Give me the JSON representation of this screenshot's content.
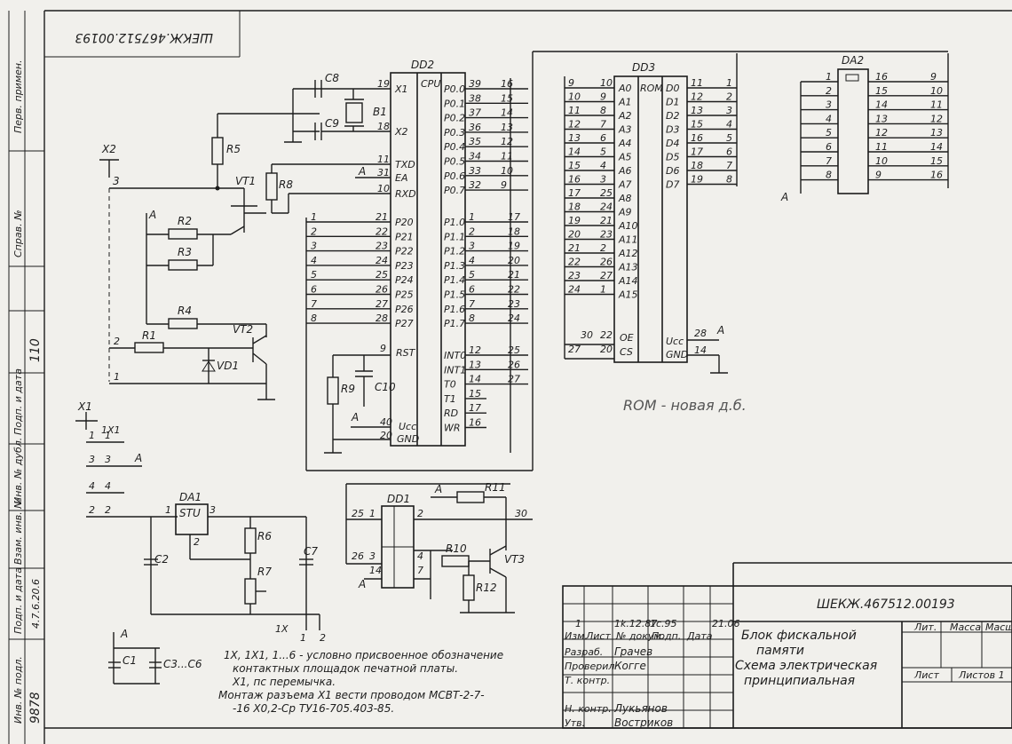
{
  "side_strip": {
    "labels": [
      "Перв. примен.",
      "Справ. №",
      "Подп. и дата",
      "Инв. № дубл.",
      "Взам. инв. №",
      "Подп. и дата",
      "Инв. № подл."
    ],
    "handwritten": [
      "110",
      "4.7.6.20.6",
      "9878"
    ]
  },
  "header_code": "ШЕКЖ.467512.00193",
  "designators": {
    "dd2": "DD2",
    "dd3": "DD3",
    "da2": "DA2",
    "da1": "DA1",
    "dd1": "DD1",
    "vt1": "VT1",
    "vt2": "VT2",
    "vt3": "VT3",
    "r1": "R1",
    "r2": "R2",
    "r3": "R3",
    "r4": "R4",
    "r5": "R5",
    "r6": "R6",
    "r7": "R7",
    "r8": "R8",
    "r9": "R9",
    "r10": "R10",
    "r11": "R11",
    "r12": "R12",
    "c1": "C1",
    "c2": "C2",
    "c3c6": "C3...C6",
    "c7": "C7",
    "c8": "C8",
    "c9": "C9",
    "c10": "C10",
    "b1": "B1",
    "vd1": "VD1",
    "x1": "X1",
    "x2": "X2",
    "stu": "STU",
    "cpu": "CPU",
    "rom": "ROM",
    "a_net": "A",
    "tx1_1": "1X1",
    "tx1_2": "1X",
    "one": "1",
    "two": "2",
    "three": "3",
    "four": "4"
  },
  "dd2": {
    "left_top": [
      "X1",
      "X2",
      "TXD",
      "EA",
      "RXD"
    ],
    "left_top_pins": [
      "19",
      "18",
      "11",
      "31",
      "10"
    ],
    "p2": [
      "P20",
      "P21",
      "P22",
      "P23",
      "P24",
      "P25",
      "P26",
      "P27"
    ],
    "p2_pins": [
      "21",
      "22",
      "23",
      "24",
      "25",
      "26",
      "27",
      "28"
    ],
    "p2_nets": [
      "1",
      "2",
      "3",
      "4",
      "5",
      "6",
      "7",
      "8"
    ],
    "rst": "RST",
    "rst_pin": "9",
    "ucc": "Ucc",
    "ucc_pin": "40",
    "gnd": "GND",
    "gnd_pin": "20",
    "p0": [
      "P0.0",
      "P0.1",
      "P0.2",
      "P0.3",
      "P0.4",
      "P0.5",
      "P0.6",
      "P0.7"
    ],
    "p0_pins": [
      "39",
      "38",
      "37",
      "36",
      "35",
      "34",
      "33",
      "32"
    ],
    "p0_nets": [
      "16",
      "15",
      "14",
      "13",
      "12",
      "11",
      "10",
      "9"
    ],
    "p1": [
      "P1.0",
      "P1.1",
      "P1.2",
      "P1.3",
      "P1.4",
      "P1.5",
      "P1.6",
      "P1.7"
    ],
    "p1_pins": [
      "1",
      "2",
      "3",
      "4",
      "5",
      "6",
      "7",
      "8"
    ],
    "p1_nets": [
      "17",
      "18",
      "19",
      "20",
      "21",
      "22",
      "23",
      "24"
    ],
    "p3": [
      "INT0",
      "INT1",
      "T0",
      "T1",
      "RD",
      "WR"
    ],
    "p3_pins": [
      "12",
      "13",
      "14",
      "15",
      "17",
      "16"
    ],
    "p3_nets": [
      "25",
      "26",
      "27",
      "",
      "",
      ""
    ]
  },
  "dd3": {
    "a": [
      "A0",
      "A1",
      "A2",
      "A3",
      "A4",
      "A5",
      "A6",
      "A7",
      "A8",
      "A9",
      "A10",
      "A11",
      "A12",
      "A13",
      "A14",
      "A15"
    ],
    "a_pins": [
      "10",
      "9",
      "8",
      "7",
      "6",
      "5",
      "4",
      "3",
      "25",
      "24",
      "21",
      "23",
      "2",
      "26",
      "27",
      "1"
    ],
    "a_nets": [
      "9",
      "10",
      "11",
      "12",
      "13",
      "14",
      "15",
      "16",
      "17",
      "18",
      "19",
      "20",
      "21",
      "22",
      "23",
      "24"
    ],
    "oe": "OE",
    "oe_pin": "22",
    "oe_net": "30",
    "cs": "CS",
    "cs_pin": "20",
    "cs_net": "27",
    "d": [
      "D0",
      "D1",
      "D2",
      "D3",
      "D4",
      "D5",
      "D6",
      "D7"
    ],
    "d_pins": [
      "11",
      "12",
      "13",
      "15",
      "16",
      "17",
      "18",
      "19"
    ],
    "d_nets": [
      "1",
      "2",
      "3",
      "4",
      "5",
      "6",
      "7",
      "8"
    ],
    "ucc": "Ucc",
    "ucc_pin": "28",
    "gnd": "GND",
    "gnd_pin": "14"
  },
  "da2": {
    "left": [
      "1",
      "2",
      "3",
      "4",
      "5",
      "6",
      "7",
      "8"
    ],
    "pins": [
      "16",
      "15",
      "14",
      "13",
      "12",
      "11",
      "10",
      "9"
    ],
    "right": [
      "9",
      "10",
      "11",
      "12",
      "13",
      "14",
      "15",
      "16"
    ]
  },
  "dd1_pins": {
    "in1": "25",
    "in1p": "1",
    "q1": "2",
    "q1n": "30",
    "in2": "26",
    "in2p": "3",
    "i2": "4",
    "q2": "7",
    "a14": "14"
  },
  "da1_pins": {
    "p1": "1",
    "p2": "2",
    "p3": "3"
  },
  "annotations": {
    "rom_note": "ROM - новая д.б.",
    "note_1": "1X, 1X1, 1...6 - условно присвоенное обозначение",
    "note_2": "контактных площадок печатной платы.",
    "note_3": "Х1, пс  перемычка.",
    "note_4": "Монтаж разъема Х1 вести проводом МСВТ-2-7-",
    "note_5": "-16 Х0,2-Ср  ТУ16-705.403-85."
  },
  "title_block": {
    "code": "ШЕКЖ.467512.00193",
    "title_1": "Блок фискальной",
    "title_2": "памяти",
    "title_3": "Схема электрическая",
    "title_4": "принципиальная",
    "rev_row": [
      "1",
      "1k.12.87",
      "1с.95",
      "",
      "21.06"
    ],
    "col_heads": [
      "Изм.",
      "Лист",
      "№ докум.",
      "Подп.",
      "Дата"
    ],
    "roles": [
      "Разраб.",
      "Проверил",
      "Т. контр.",
      "",
      "Н. контр.",
      "Утв."
    ],
    "names": [
      "Грачев",
      "Когге",
      "",
      "",
      "Лукьянов",
      "Востриков"
    ],
    "lit": "Лит.",
    "mass": "Масса",
    "scale": "Масш.",
    "sheet": "Лист",
    "sheets": "Листов 1"
  }
}
